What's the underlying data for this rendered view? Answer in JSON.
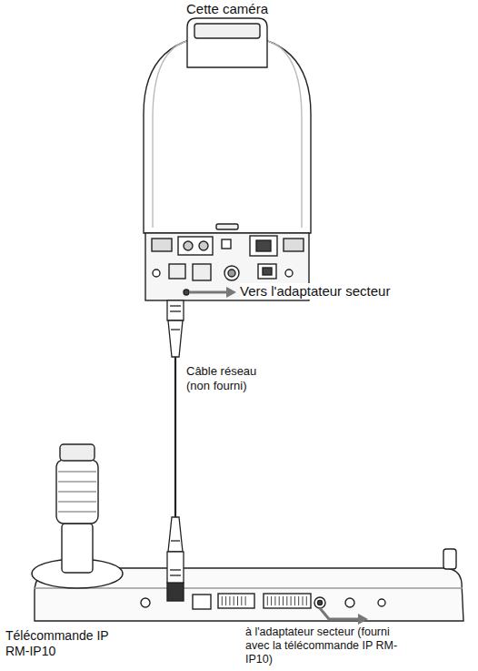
{
  "diagram": {
    "nodes": [
      {
        "text": [
          "Cette caméra"
        ]
      },
      {
        "text": [
          "Télécommande IP RM-IP10"
        ]
      }
    ],
    "edges": [
      {
        "from": 0,
        "to": 1,
        "arrow": "none",
        "label": "Câble réseau (non fourni)"
      }
    ],
    "labels": [
      "Vers l'adaptateur secteur",
      "à l'adaptateur secteur (fourni avec la télécommande IP RM-IP10)"
    ]
  }
}
